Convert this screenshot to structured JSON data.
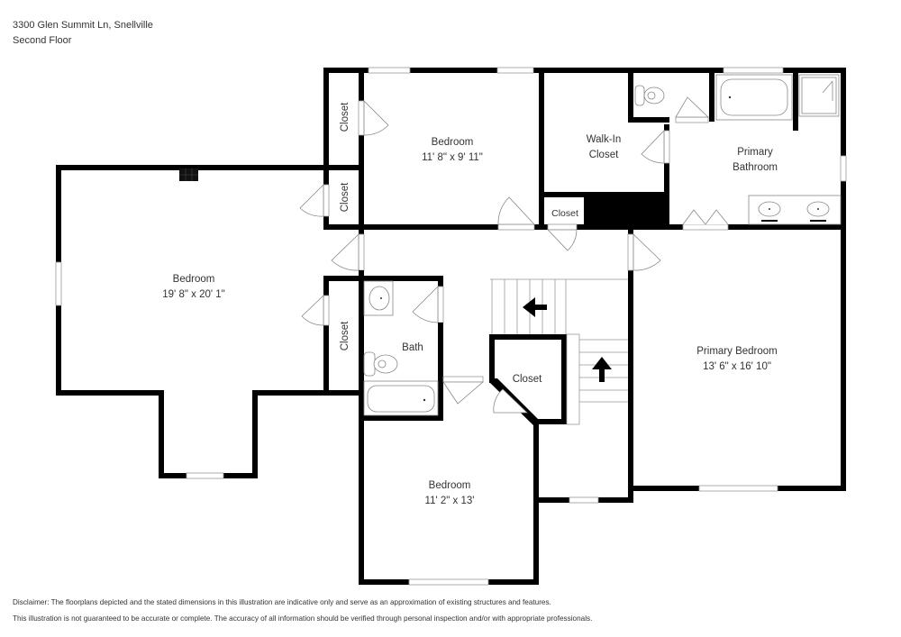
{
  "header": {
    "address": "3300 Glen Summit Ln, Snellville",
    "floor": "Second Floor"
  },
  "rooms": {
    "bedroom_large": {
      "name": "Bedroom",
      "dims": "19' 8\" x 20' 1\""
    },
    "bedroom_top": {
      "name": "Bedroom",
      "dims": "11' 8\" x 9' 11\""
    },
    "walk_in_closet": {
      "line1": "Walk-In",
      "line2": "Closet"
    },
    "primary_bathroom": {
      "line1": "Primary",
      "line2": "Bathroom"
    },
    "closet_small": {
      "name": "Closet"
    },
    "closet_top_left": {
      "name": "Closet"
    },
    "closet_mid_left": {
      "name": "Closet"
    },
    "closet_bath_left": {
      "name": "Closet"
    },
    "bath": {
      "name": "Bath"
    },
    "closet_center": {
      "name": "Closet"
    },
    "primary_bedroom": {
      "name": "Primary Bedroom",
      "dims": "13' 6\" x 16' 10\""
    },
    "bedroom_bottom": {
      "name": "Bedroom",
      "dims": "11' 2\" x 13'"
    }
  },
  "stairs": [
    {
      "direction": "left",
      "label": "stairs-up-left"
    },
    {
      "direction": "up",
      "label": "stairs-up"
    }
  ],
  "disclaimer": {
    "line1": "Disclaimer: The floorplans depicted and the stated dimensions in this illustration are indicative only and serve as an approximation of existing structures and features.",
    "line2": "This illustration is not guaranteed to be accurate or complete. The accuracy of all information should be verified through personal inspection and/or with appropriate professionals."
  }
}
